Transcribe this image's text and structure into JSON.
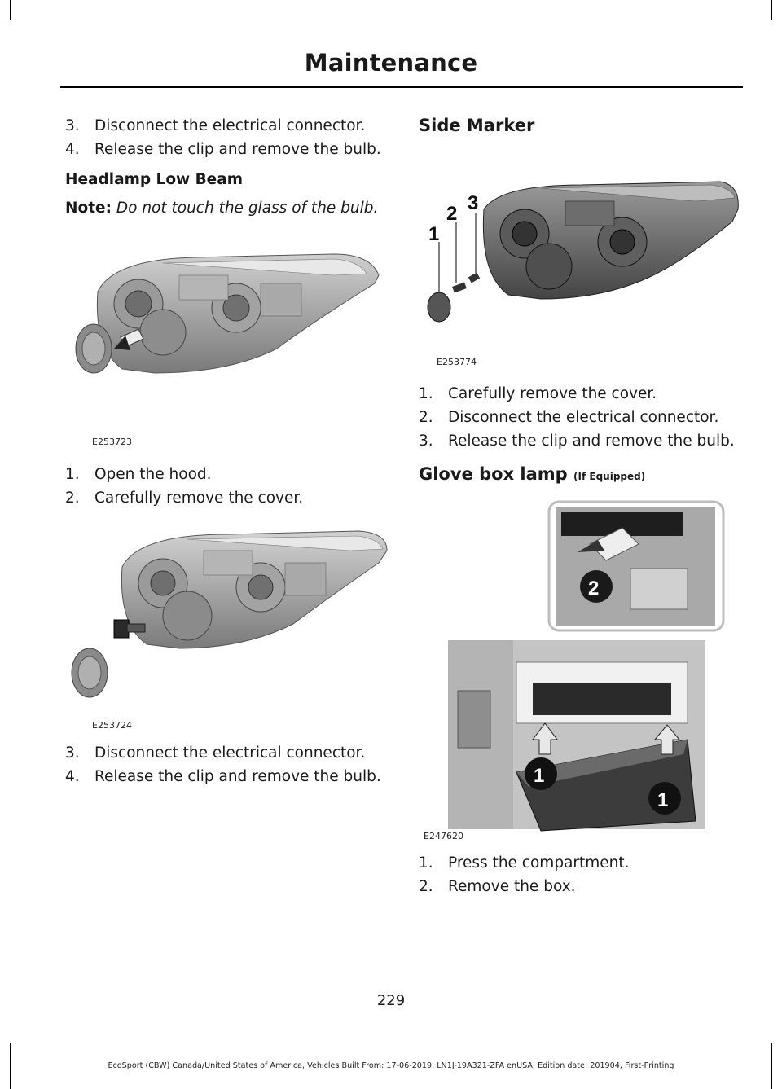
{
  "header": {
    "title": "Maintenance"
  },
  "left": {
    "steps_top": [
      {
        "num": "3.",
        "text": "Disconnect the electrical connector."
      },
      {
        "num": "4.",
        "text": "Release the clip and remove the bulb."
      }
    ],
    "subheading": "Headlamp Low Beam",
    "note_label": "Note:",
    "note_text": "Do not touch the glass of the bulb.",
    "figure1_code": "E253723",
    "steps_mid": [
      {
        "num": "1.",
        "text": "Open the hood."
      },
      {
        "num": "2.",
        "text": "Carefully remove the cover."
      }
    ],
    "figure2_code": "E253724",
    "steps_bottom": [
      {
        "num": "3.",
        "text": "Disconnect the electrical connector."
      },
      {
        "num": "4.",
        "text": "Release the clip and remove the bulb."
      }
    ]
  },
  "right": {
    "side_marker_heading": "Side Marker",
    "figure3_code": "E253774",
    "figure3_callouts": [
      "1",
      "2",
      "3"
    ],
    "side_marker_steps": [
      {
        "num": "1.",
        "text": "Carefully remove the cover."
      },
      {
        "num": "2.",
        "text": "Disconnect the electrical connector."
      },
      {
        "num": "3.",
        "text": "Release the clip and remove the bulb."
      }
    ],
    "glove_heading": "Glove box lamp",
    "glove_heading_suffix": "(If Equipped)",
    "figure4_code": "E247620",
    "figure4_callouts": [
      "2",
      "1",
      "1"
    ],
    "glove_steps": [
      {
        "num": "1.",
        "text": "Press the compartment."
      },
      {
        "num": "2.",
        "text": "Remove the box."
      }
    ]
  },
  "footer": {
    "page_number": "229",
    "info": "EcoSport (CBW) Canada/United States of America, Vehicles Built From: 17-06-2019, LN1J-19A321-ZFA enUSA, Edition date: 201904, First-Printing"
  }
}
